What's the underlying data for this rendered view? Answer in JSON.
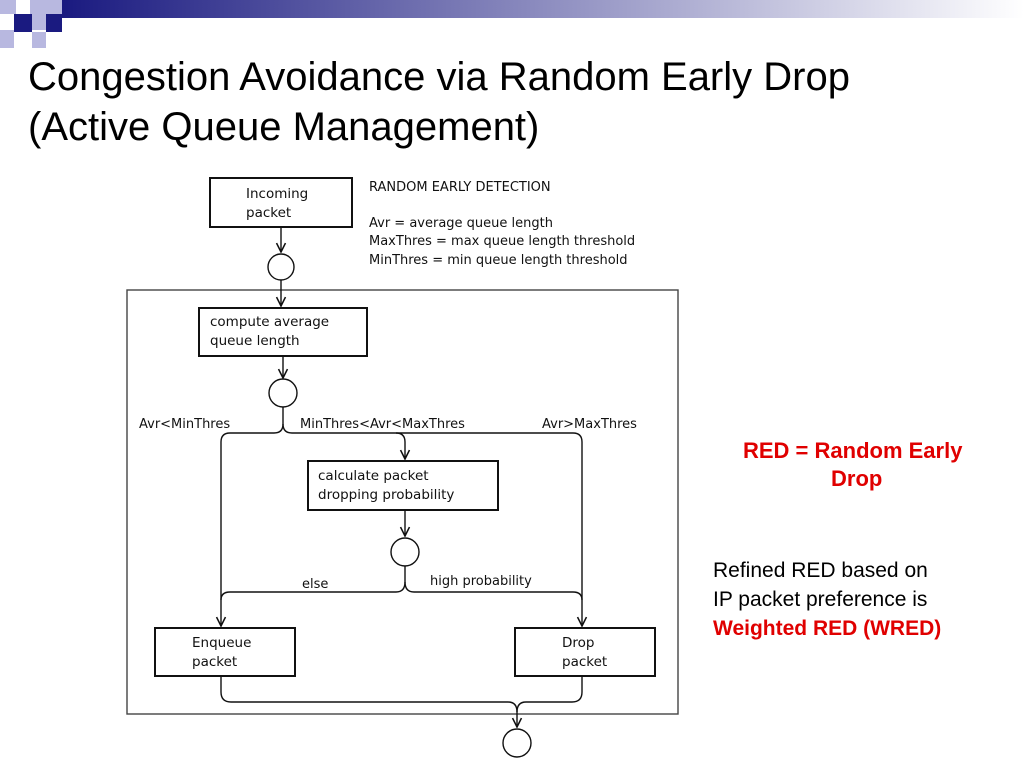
{
  "slide": {
    "title_line1": "Congestion Avoidance via Random Early Drop",
    "title_line2": "(Active Queue Management)"
  },
  "diagram": {
    "incoming_line1": "Incoming",
    "incoming_line2": "packet",
    "legend_title": "RANDOM EARLY DETECTION",
    "legend_avr": "Avr = average queue length",
    "legend_max": "MaxThres = max queue length threshold",
    "legend_min": "MinThres = min queue length threshold",
    "compute_line1": "compute average",
    "compute_line2": "queue length",
    "branch_left": "Avr<MinThres",
    "branch_mid": "MinThres<Avr<MaxThres",
    "branch_right": "Avr>MaxThres",
    "calc_line1": "calculate packet",
    "calc_line2": "dropping probability",
    "label_else": "else",
    "label_high": "high probability",
    "enqueue_line1": "Enqueue",
    "enqueue_line2": "packet",
    "drop_line1": "Drop",
    "drop_line2": "packet"
  },
  "notes": {
    "red_line1": "RED = Random Early",
    "red_line2": "Drop",
    "refined_line1": "Refined RED  based on",
    "refined_line2": "IP packet preference is",
    "refined_line3": "Weighted RED (WRED)"
  },
  "colors": {
    "accent_navy": "#1a1a80",
    "accent_light": "#b8b8e0",
    "emphasis_red": "#e00000"
  }
}
